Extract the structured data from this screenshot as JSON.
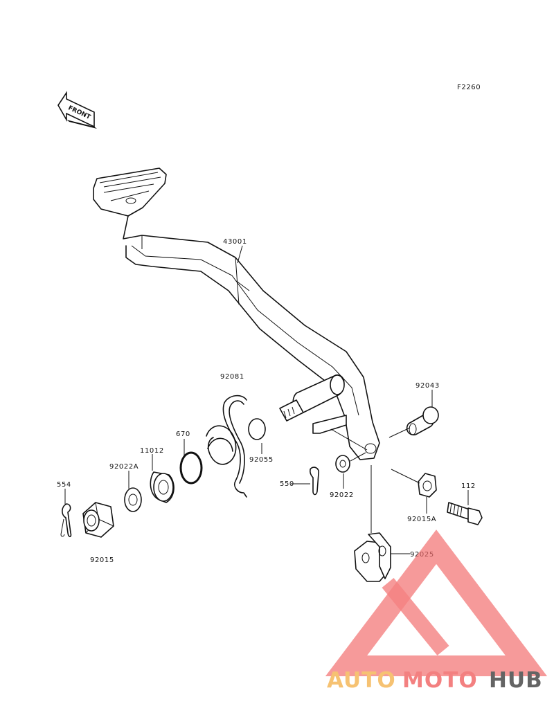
{
  "figure_code": "F2260",
  "front_marker": "FRONT",
  "part_labels": {
    "p43001": "43001",
    "p92081": "92081",
    "p92043": "92043",
    "p670": "670",
    "p11012": "11012",
    "p92022A": "92022A",
    "p554": "554",
    "p92055": "92055",
    "p550": "550",
    "p92022": "92022",
    "p112": "112",
    "p92015A": "92015A",
    "p92015": "92015",
    "p92025": "92025"
  },
  "watermark": {
    "auto": "AUTO",
    "moto": "MOTO",
    "hub": "HUB",
    "colors": {
      "auto": "#f5b85a",
      "moto": "#f26b6b",
      "hub": "#4a4a4a",
      "triangle": "#f26b6b"
    }
  }
}
